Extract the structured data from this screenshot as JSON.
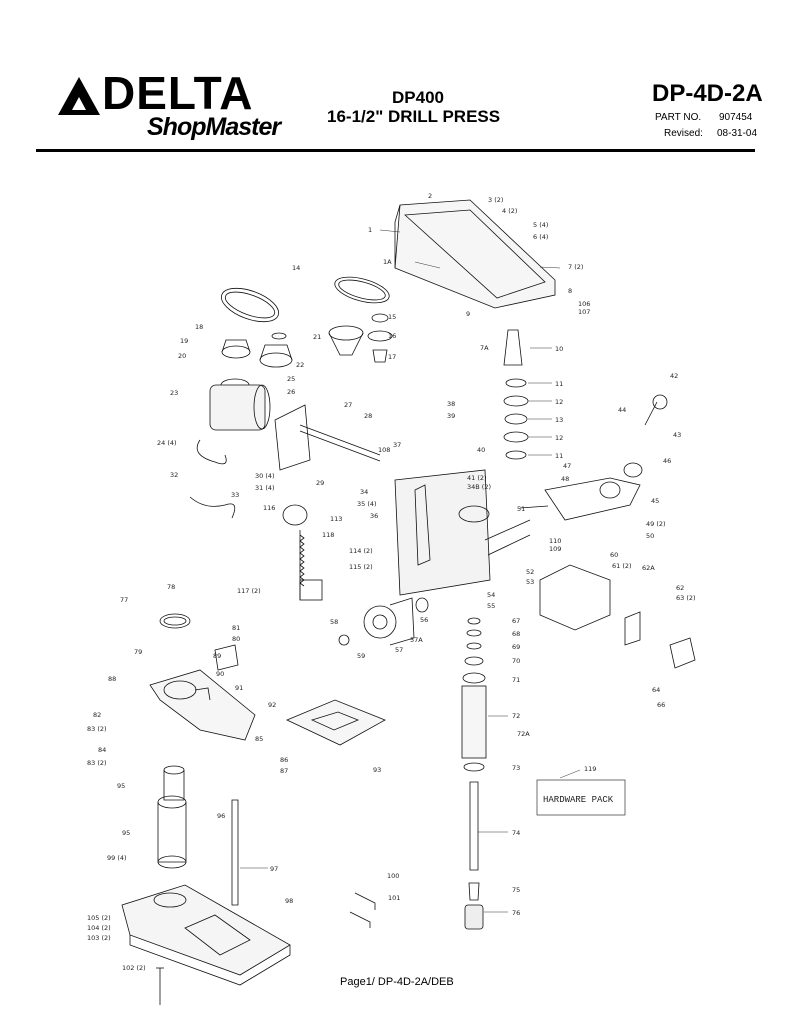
{
  "header": {
    "brand": "DELTA",
    "brand_sub": "ShopMaster",
    "model": "DP400",
    "title": "16-1/2\" DRILL PRESS",
    "doc_id": "DP-4D-2A",
    "part_no_label": "PART NO.",
    "part_no": "907454",
    "revised_label": "Revised:",
    "revised": "08-31-04"
  },
  "diagram": {
    "hardware_pack": "HARDWARE PACK",
    "callouts": [
      "1",
      "1A",
      "2",
      "3 (2)",
      "4 (2)",
      "5 (4)",
      "6 (4)",
      "7 (2)",
      "7A",
      "8",
      "9",
      "10",
      "106",
      "107",
      "11",
      "12",
      "13",
      "12",
      "11",
      "14",
      "15",
      "16",
      "17",
      "18",
      "19",
      "20",
      "21",
      "22",
      "23",
      "24 (4)",
      "25",
      "26",
      "27",
      "28",
      "29",
      "30 (4)",
      "31 (4)",
      "32",
      "33",
      "34",
      "35 (4)",
      "36",
      "37",
      "38",
      "39",
      "40",
      "41 (2)",
      "34B (2)",
      "42",
      "43",
      "44",
      "45",
      "46",
      "47",
      "48",
      "49 (2)",
      "50",
      "51",
      "52",
      "53",
      "54",
      "55",
      "56",
      "57",
      "57A",
      "58",
      "59",
      "60",
      "61 (2)",
      "62A",
      "62",
      "63 (2)",
      "64",
      "66",
      "67",
      "68",
      "69",
      "70",
      "71",
      "72",
      "72A",
      "73",
      "74",
      "75",
      "76",
      "77",
      "78",
      "79",
      "80",
      "81",
      "82",
      "83 (2)",
      "83 (2)",
      "84",
      "85",
      "86",
      "87",
      "88",
      "89",
      "90",
      "91",
      "92",
      "93",
      "95",
      "95",
      "96",
      "97",
      "98",
      "99 (4)",
      "100",
      "101",
      "102 (2)",
      "103 (2)",
      "104 (2)",
      "105 (2)",
      "108",
      "110",
      "109",
      "113",
      "114 (2)",
      "115 (2)",
      "116",
      "117 (2)",
      "118",
      "119"
    ]
  },
  "footer": "Page1/ DP-4D-2A/DEB"
}
